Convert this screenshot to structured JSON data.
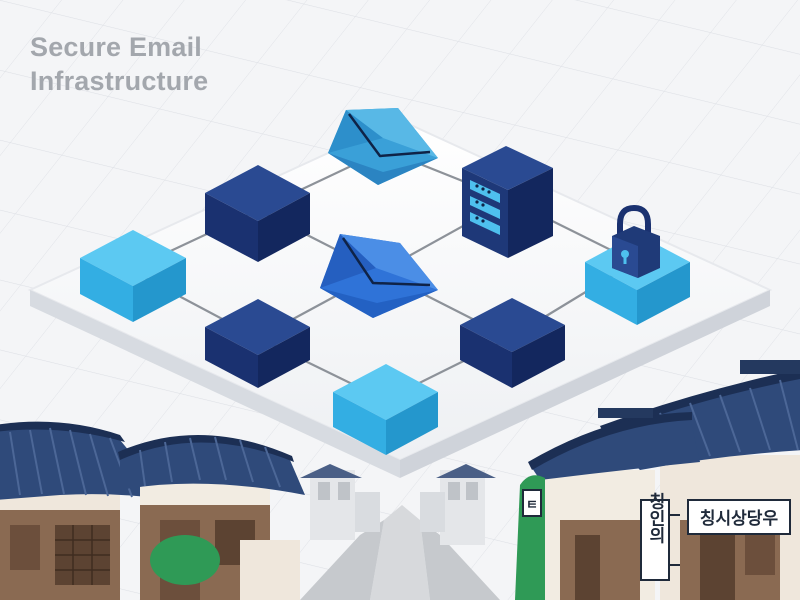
{
  "header": {
    "title_line1": "Secure Email",
    "title_line2": "Infrastructure"
  },
  "signs": {
    "hanging_sign": "칭인의",
    "shop_sign": "칭시상당우",
    "small_sign": "ㅌ"
  },
  "icons": [
    "envelope-icon",
    "server-icon",
    "padlock-icon"
  ],
  "colors": {
    "dark_navy": "#1f3a78",
    "light_cyan": "#35b4e8",
    "envelope_blue": "#2b6fd6",
    "envelope_cyan": "#43a9df",
    "roof_blue": "#2f4a7a",
    "wall_brown": "#8a6a52",
    "title_gray": "#a3a7ad"
  }
}
